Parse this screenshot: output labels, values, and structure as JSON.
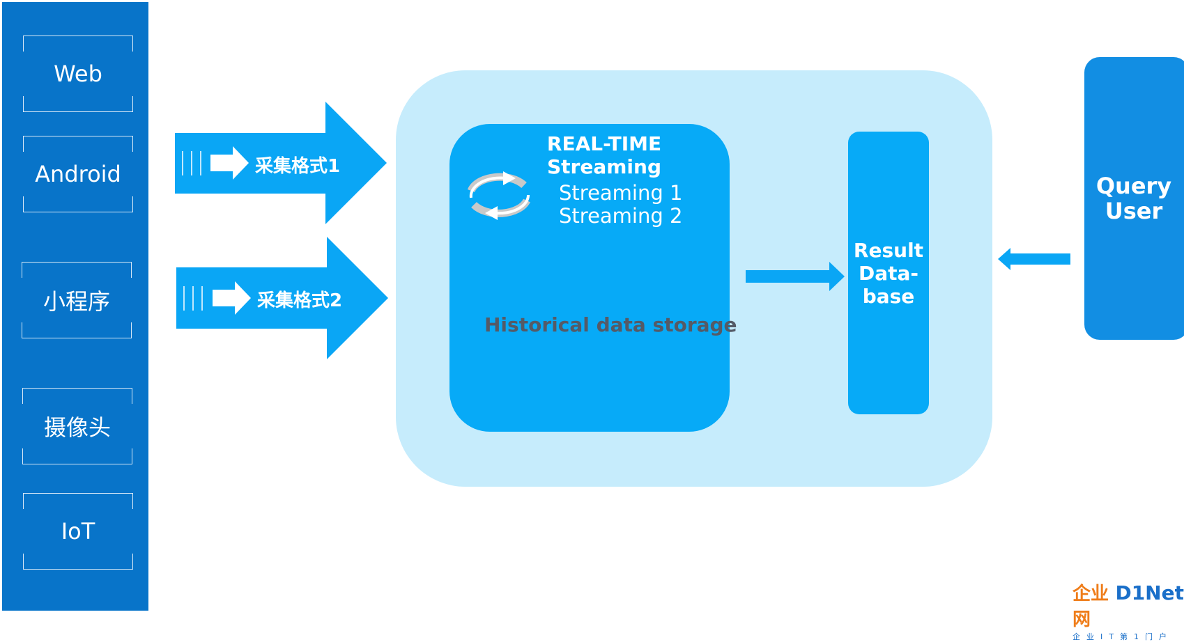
{
  "sources": [
    "Web",
    "Android",
    "小程序",
    "摄像头",
    "IoT"
  ],
  "ingest_arrows": [
    "采集格式1",
    "采集格式2"
  ],
  "realtime": {
    "title_line1": "REAL-TIME",
    "title_line2": "Streaming",
    "streams": [
      "Streaming 1",
      "Streaming 2"
    ]
  },
  "historical_label": "Historical data storage",
  "result_db": {
    "line1": "Result",
    "line2": "Data-",
    "line3": "base"
  },
  "query_user": {
    "line1": "Query",
    "line2": "User"
  },
  "watermark": {
    "cn": "企业网",
    "en": "D1Net",
    "sub": "企业IT第1门户"
  },
  "colors": {
    "source_column": "#0874c9",
    "arrow": "#0aa6f5",
    "outer_region": "#c6ecfc",
    "stream_block": "#07aaf7",
    "query_block": "#128ee3",
    "historical_text": "#555a66"
  }
}
